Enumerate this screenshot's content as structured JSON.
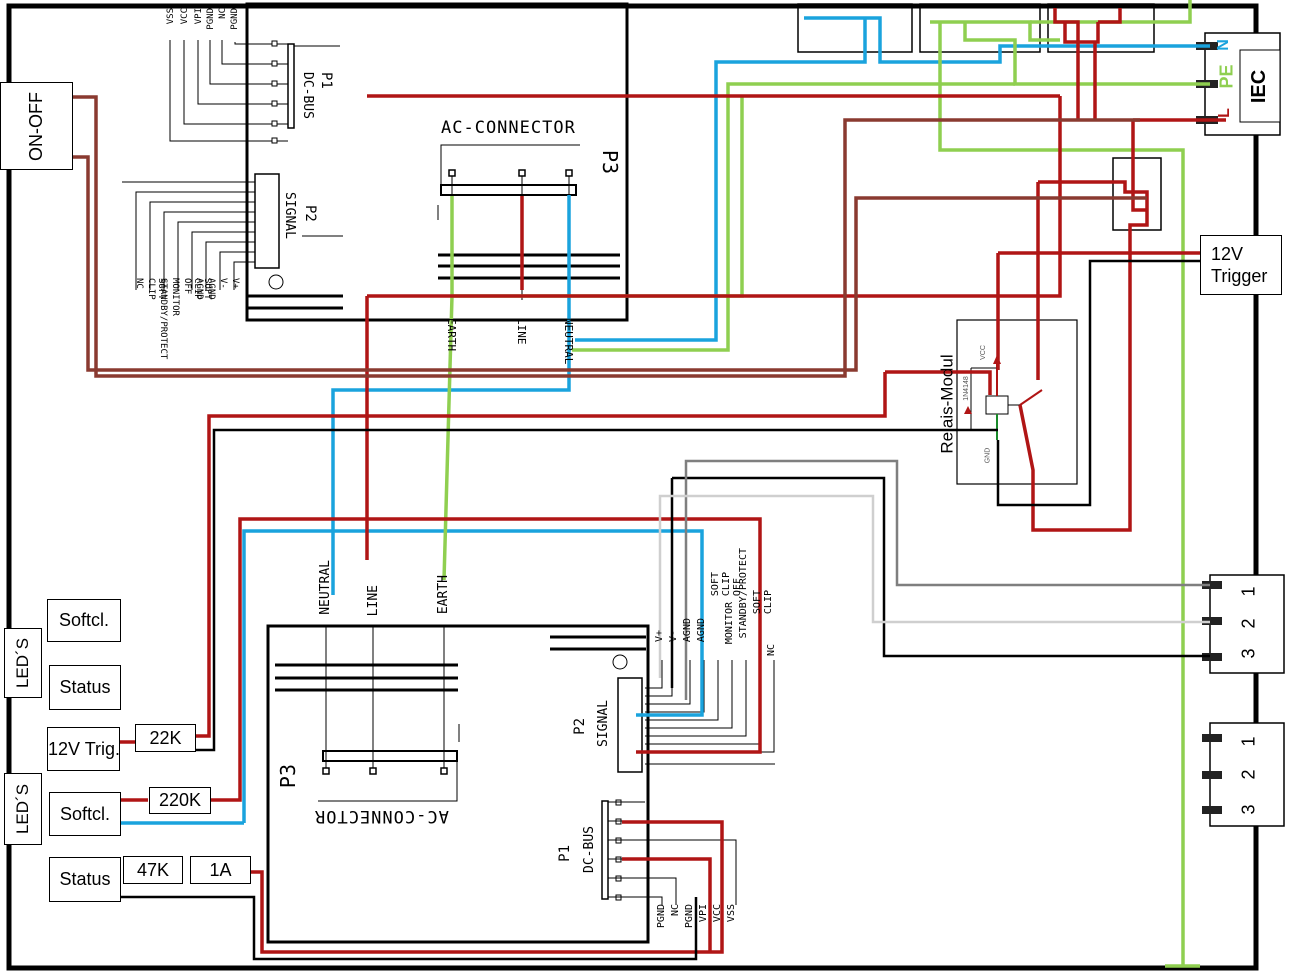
{
  "switch": {
    "label": "ON-OFF"
  },
  "iec": {
    "label": "IEC",
    "n": "N",
    "pe": "PE",
    "l": "L"
  },
  "trigger_input": {
    "label_line1": "12V",
    "label_line2": "Trigger"
  },
  "relay": {
    "label": "Relais-Modul",
    "vcc": "VCC",
    "diode": "1N4148",
    "gnd": "GND"
  },
  "connector_top": {
    "pins": [
      "1",
      "2",
      "3"
    ]
  },
  "connector_bottom": {
    "pins": [
      "1",
      "2",
      "3"
    ]
  },
  "led_panel": {
    "group1_label": "LED´S",
    "group2_label": "LED´S",
    "softclip1": "Softcl.",
    "status1": "Status",
    "trig": "12V Trig.",
    "softclip2": "Softcl.",
    "status2": "Status",
    "r1": "22K",
    "r2": "220K",
    "r3": "47K",
    "fuse": "1A"
  },
  "module_top": {
    "p1_name": "P1",
    "p1_title": "DC-BUS",
    "p1_pins": [
      "PGND",
      "NC",
      "PGND",
      "VPI",
      "VCC",
      "VSS"
    ],
    "p2_name": "P2",
    "p2_title": "SIGNAL",
    "p2_pins": [
      "V+",
      "V-",
      "AGND",
      "AGND",
      "SOFT CLIP OFF",
      "MONITOR",
      "STANDBY/PROTECT",
      "SOFT CLIP",
      "NC"
    ],
    "p3_name": "P3",
    "p3_title": "AC-CONNECTOR",
    "p3_pins": [
      "EARTH",
      "LINE",
      "NEUTRAL"
    ]
  },
  "module_bottom": {
    "p1_name": "P1",
    "p1_title": "DC-BUS",
    "p1_pins": [
      "PGND",
      "NC",
      "PGND",
      "VPI",
      "VCC",
      "VSS"
    ],
    "p2_name": "P2",
    "p2_title": "SIGNAL",
    "p2_pins": [
      "V+",
      "V-",
      "AGND",
      "AGND",
      "SOFT CLIP OFF",
      "MONITOR",
      "STANDBY/PROTECT",
      "SOFT CLIP",
      "NC"
    ],
    "p3_name": "P3",
    "p3_title": "AC-CONNECTOR",
    "p3_pins": [
      "NEUTRAL",
      "LINE",
      "EARTH"
    ]
  },
  "colors": {
    "line": "#b01515",
    "neutral": "#1aa3dd",
    "earth": "#8fcf50",
    "ground": "#000000",
    "brown": "#8a3a30",
    "grey": "#7f7f7f",
    "lightgrey": "#cfcfcf"
  }
}
